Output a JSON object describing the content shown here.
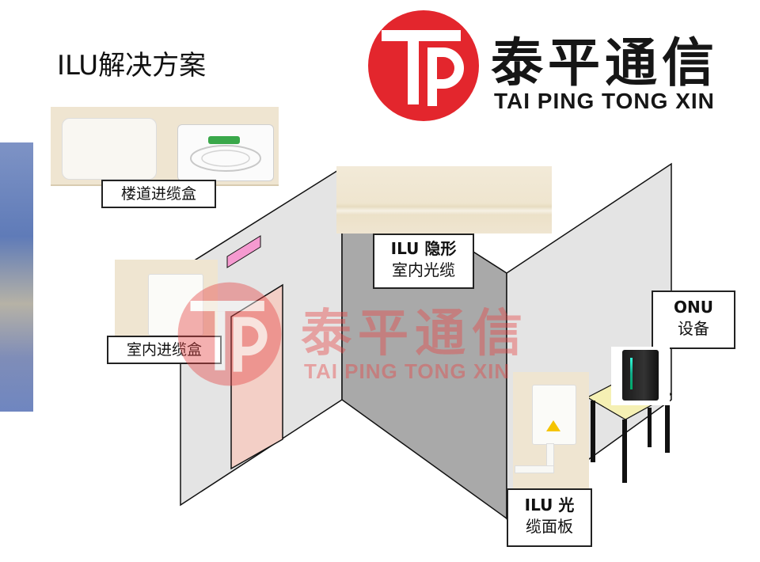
{
  "title": "ILU解决方案",
  "logo": {
    "name_cn": "泰平通信",
    "name_en": "TAI PING TONG XIN",
    "color": "#e3262d"
  },
  "watermark": {
    "name_cn": "泰平通信",
    "name_en": "TAI PING TONG XIN",
    "color": "#e64646"
  },
  "labels": {
    "corridor_box": "楼道进缆盒",
    "indoor_box": "室内进缆盒",
    "hidden_cable_line1": "ILU 隐形",
    "hidden_cable_line2": "室内光缆",
    "onu_line1": "ONU",
    "onu_line2": "设备",
    "panel_line1": "ILU 光",
    "panel_line2": "缆面板"
  },
  "colors": {
    "wall_light": "#e4e4e4",
    "wall_dark": "#a9a9a9",
    "door": "#f3cfc6",
    "pink_sign": "#f59ad0",
    "table_top": "#f5f0b4"
  }
}
